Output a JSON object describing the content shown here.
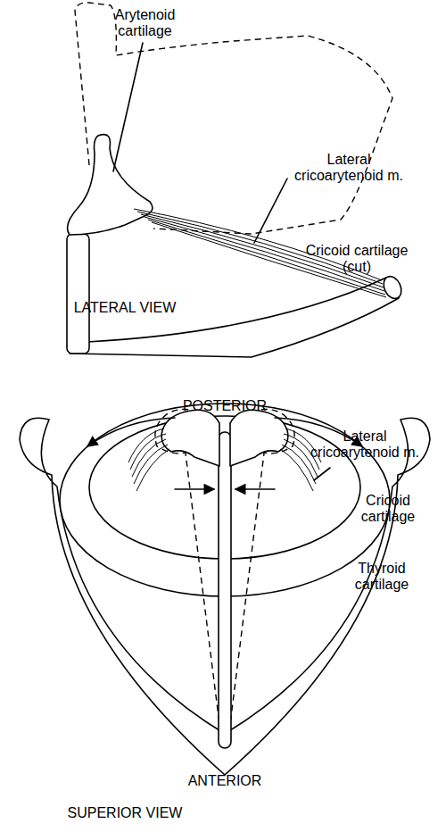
{
  "diagram": {
    "labels": [
      "Arytenoid cartilage",
      "Lateral cricoarytenoid m.",
      "Cricoid cartilage (cut)",
      "LATERAL VIEW",
      "POSTERIOR",
      "Lateral cricoarytenoid m.",
      "Cricoid cartilage",
      "Thyroid cartilage",
      "ANTERIOR",
      "SUPERIOR VIEW"
    ]
  }
}
